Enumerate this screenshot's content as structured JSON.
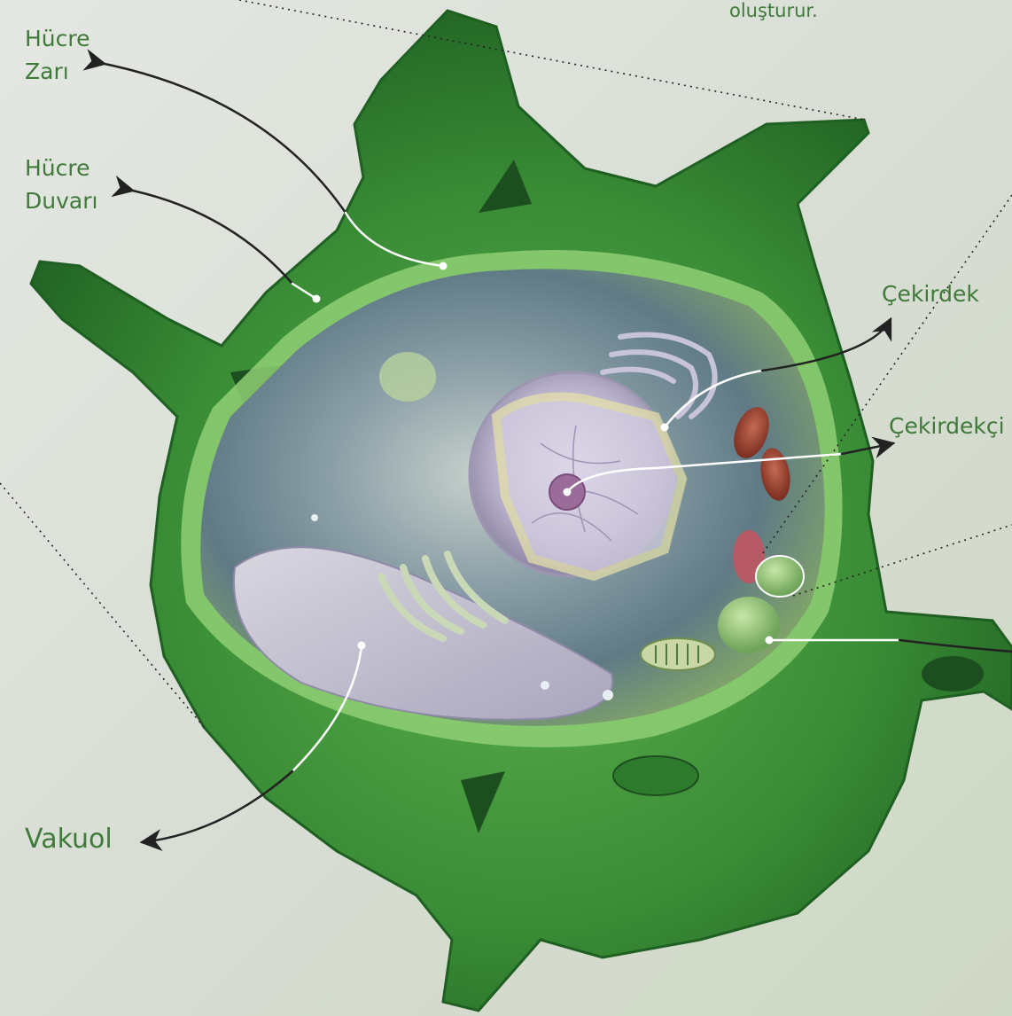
{
  "labels": {
    "hucre_zari_1": "Hücre",
    "hucre_zari_2": "Zarı",
    "hucre_duvari_1": "Hücre",
    "hucre_duvari_2": "Duvarı",
    "cekirdek": "Çekirdek",
    "cekirdekcik": "Çekirdekçi",
    "vakuol": "Vakuol",
    "top_caption": "oluşturur."
  },
  "colors": {
    "label": "#3f7a3a",
    "cell_wall_dark": "#1f5f22",
    "cell_wall": "#3f9a3a",
    "cell_wall_light": "#7cc46a",
    "cytoplasm": "#8fa6a8"
  }
}
